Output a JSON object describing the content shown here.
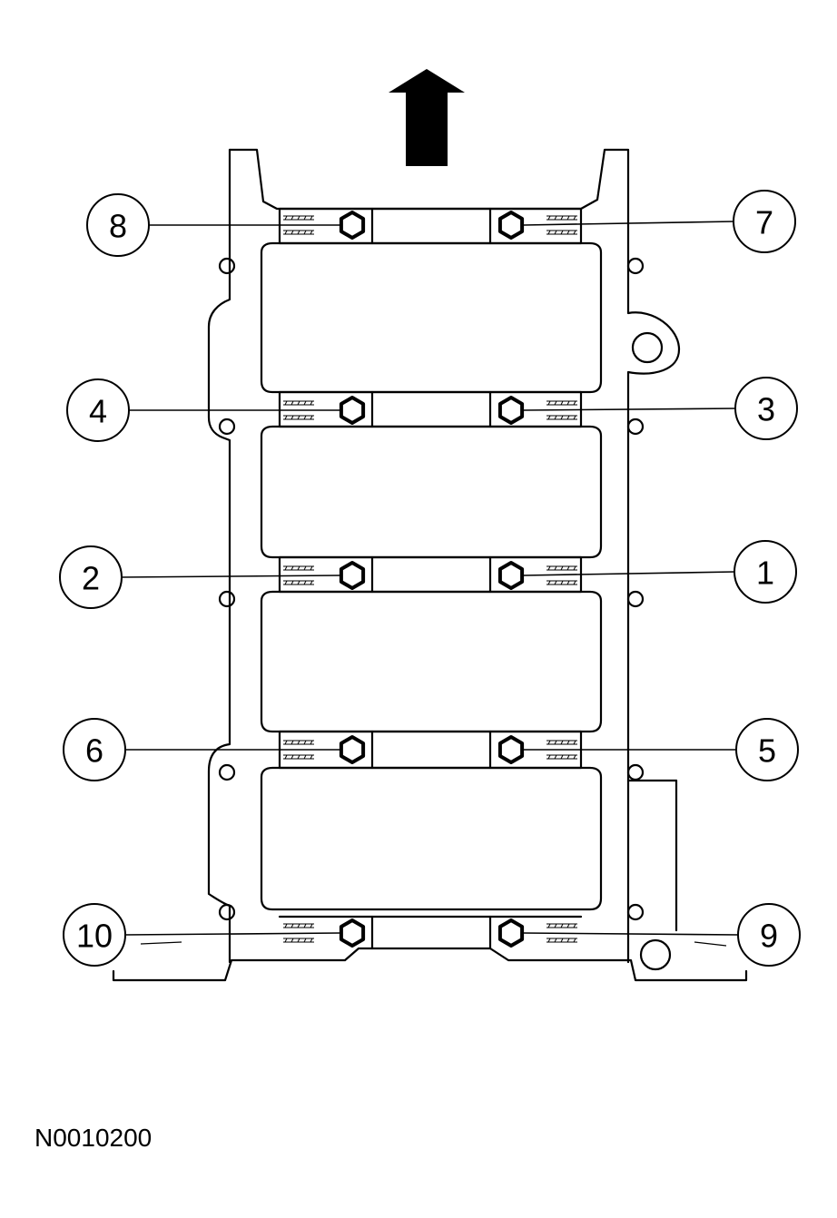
{
  "figure_id": "N0010200",
  "callouts": [
    {
      "label": "1",
      "side": "right",
      "row": 3
    },
    {
      "label": "2",
      "side": "left",
      "row": 3
    },
    {
      "label": "3",
      "side": "right",
      "row": 2
    },
    {
      "label": "4",
      "side": "left",
      "row": 2
    },
    {
      "label": "5",
      "side": "right",
      "row": 4
    },
    {
      "label": "6",
      "side": "left",
      "row": 4
    },
    {
      "label": "7",
      "side": "right",
      "row": 1
    },
    {
      "label": "8",
      "side": "left",
      "row": 1
    },
    {
      "label": "9",
      "side": "right",
      "row": 5
    },
    {
      "label": "10",
      "side": "left",
      "row": 5
    }
  ],
  "arrow_direction": "up"
}
